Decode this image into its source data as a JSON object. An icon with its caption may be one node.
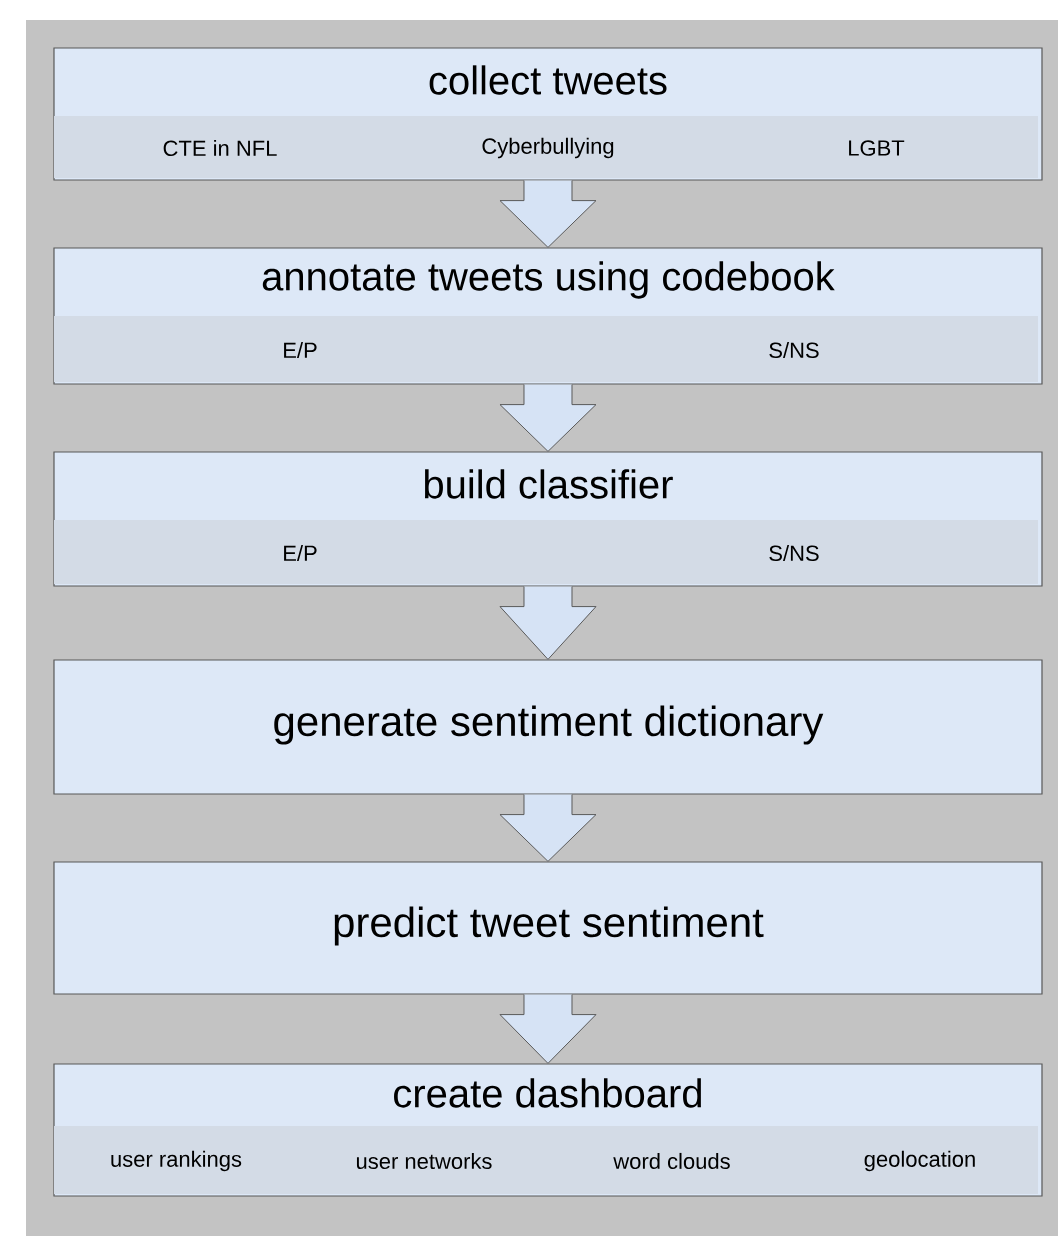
{
  "diagram": {
    "nodes": [
      {
        "text": [
          "collect tweets",
          "CTE in NFL",
          "Cyberbullying",
          "LGBT"
        ]
      },
      {
        "text": [
          "annotate tweets using codebook",
          "E/P",
          "S/NS"
        ]
      },
      {
        "text": [
          "build classifier",
          "E/P",
          "S/NS"
        ]
      },
      {
        "text": [
          "generate sentiment dictionary"
        ]
      },
      {
        "text": [
          "predict tweet sentiment"
        ]
      },
      {
        "text": [
          "create dashboard",
          "user rankings",
          "user networks",
          "word clouds",
          "geolocation"
        ]
      }
    ],
    "edges": [
      {
        "from": 0,
        "to": 1,
        "arrow": "to"
      },
      {
        "from": 1,
        "to": 2,
        "arrow": "to"
      },
      {
        "from": 2,
        "to": 3,
        "arrow": "to"
      },
      {
        "from": 3,
        "to": 4,
        "arrow": "to"
      },
      {
        "from": 4,
        "to": 5,
        "arrow": "to"
      }
    ]
  }
}
